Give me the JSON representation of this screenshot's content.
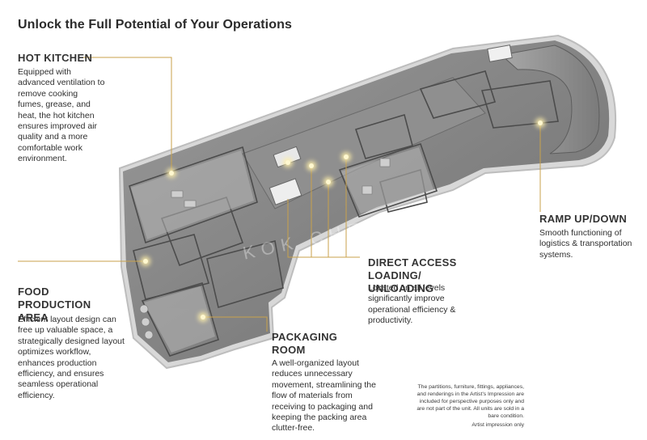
{
  "title": "Unlock the Full Potential of Your Operations",
  "sections": {
    "hot_kitchen": {
      "heading": "HOT KITCHEN",
      "body": "Equipped with advanced ventilation to remove cooking fumes, grease, and heat, the hot kitchen ensures improved air quality and a more comfortable work environment."
    },
    "food_production": {
      "heading": "FOOD PRODUCTION AREA",
      "body": "Efficient layout design can free up valuable space, a strategically designed layout optimizes workflow, enhances production efficiency, and ensures seamless operational efficiency."
    },
    "packaging": {
      "heading": "PACKAGING ROOM",
      "body": "A well-organized layout reduces unnecessary movement, streamlining the flow of materials from receiving to packaging and keeping the packing area clutter-free."
    },
    "direct_access": {
      "heading": "DIRECT ACCESS LOADING/ UNLOADING",
      "body": "Located on all levels significantly improve operational efficiency & productivity."
    },
    "ramp": {
      "heading": "RAMP UP/DOWN",
      "body": "Smooth functioning of logistics & transportation systems."
    }
  },
  "disclaimer": "The partitions, furniture, fittings, appliances, and renderings in the Artist's Impression are included for perspective purposes only and are not part of the unit. All units are sold in a bare condition.",
  "artist_note": "Artist impression only",
  "colors": {
    "leader_gold": "#c9a24b",
    "floor_grey": "#8a8a8a",
    "text": "#2f2f2f"
  }
}
